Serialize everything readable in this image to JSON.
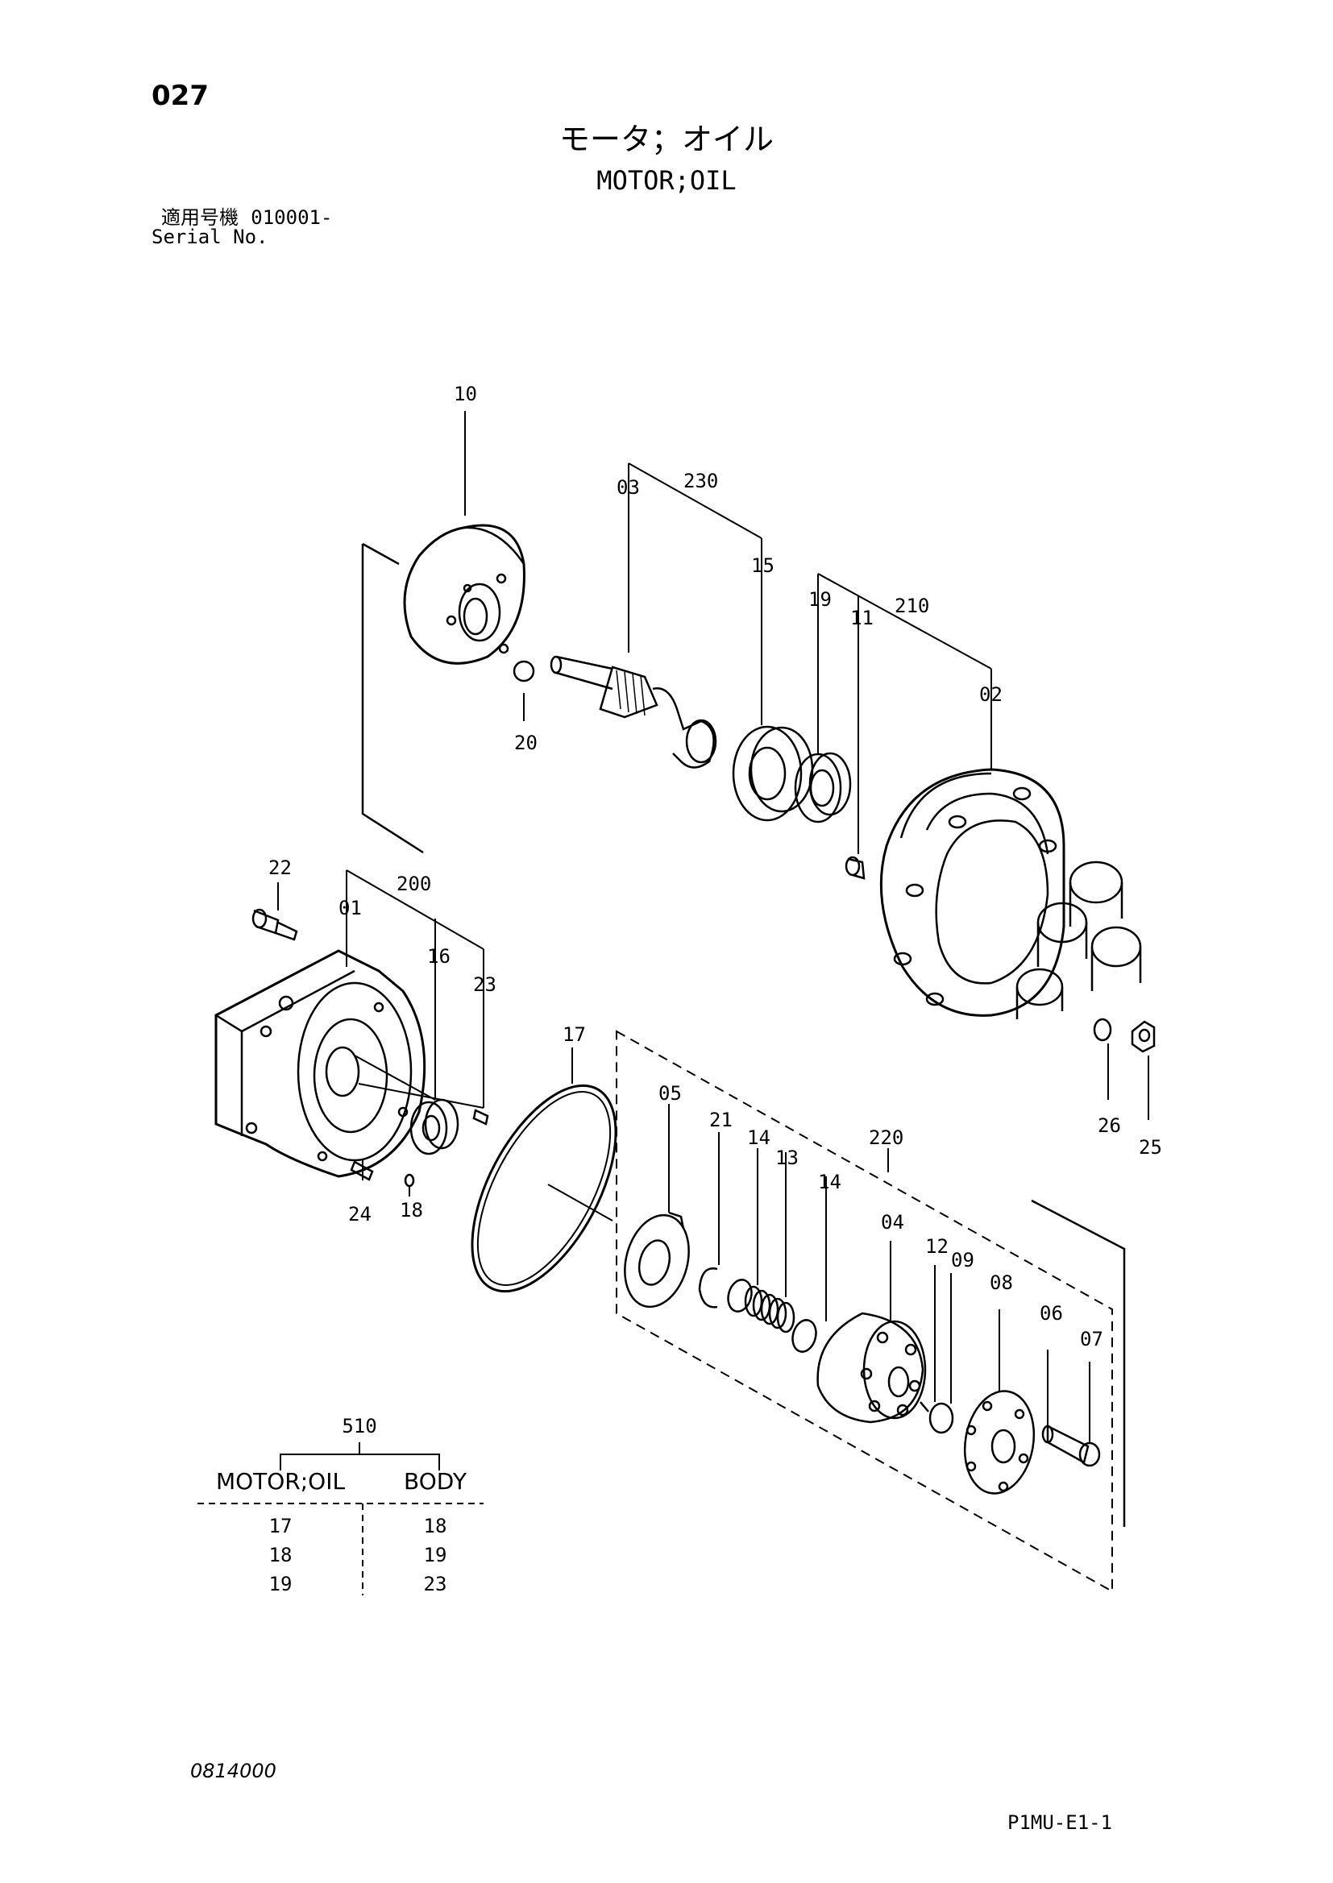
{
  "page_number": "027",
  "title_jp": "モータ；オイル",
  "title_en": "MOTOR;OIL",
  "serial_label_jp": "適用号機",
  "serial_value": "010001-",
  "serial_label_en": "Serial No.",
  "part_labels": {
    "p10": "10",
    "p230": "230",
    "p03": "03",
    "p15": "15",
    "p19a": "19",
    "p11": "11",
    "p210": "210",
    "p02": "02",
    "p20": "20",
    "p22": "22",
    "p200": "200",
    "p01": "01",
    "p16": "16",
    "p23": "23",
    "p24": "24",
    "p18": "18",
    "p17": "17",
    "p05": "05",
    "p21": "21",
    "p14a": "14",
    "p13": "13",
    "p14b": "14",
    "p220": "220",
    "p04": "04",
    "p12": "12",
    "p09": "09",
    "p08": "08",
    "p06": "06",
    "p07": "07",
    "p26": "26",
    "p25": "25"
  },
  "compat_table": {
    "group": "510",
    "col_left": "MOTOR;OIL",
    "col_right": "BODY",
    "rows": [
      {
        "left": "17",
        "right": "18"
      },
      {
        "left": "18",
        "right": "19"
      },
      {
        "left": "19",
        "right": "23"
      }
    ]
  },
  "footer_left": "0814000",
  "footer_right": "P1MU-E1-1"
}
